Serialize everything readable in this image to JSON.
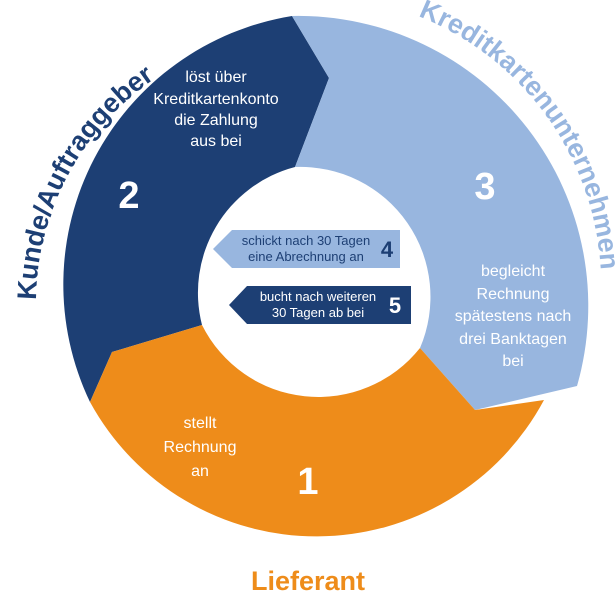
{
  "colors": {
    "dark_blue": "#1d3f74",
    "light_blue": "#98b6df",
    "orange": "#ee8c1a",
    "white": "#ffffff"
  },
  "segments": {
    "customer": {
      "number": "2",
      "lines": [
        "löst über",
        "Kreditkartenkonto",
        "die Zahlung",
        "aus bei"
      ]
    },
    "card_company": {
      "number": "3",
      "lines": [
        "begleicht",
        "Rechnung",
        "spätestens nach",
        "drei Banktagen",
        "bei"
      ]
    },
    "merchant": {
      "number": "1",
      "lines": [
        "stellt",
        "Rechnung",
        "an"
      ]
    }
  },
  "arc_labels": {
    "customer": "Kunde/Auftraggeber",
    "card_company": "Kreditkartenunternehmen",
    "merchant": "Lieferant"
  },
  "inner_arrows": [
    {
      "number": "4",
      "lines": [
        "schickt nach 30 Tagen",
        "eine Abrechnung an"
      ]
    },
    {
      "number": "5",
      "lines": [
        "bucht nach weiteren",
        "30 Tagen ab bei"
      ]
    }
  ]
}
